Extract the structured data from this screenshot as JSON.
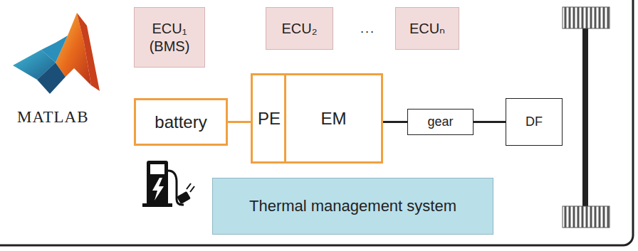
{
  "diagram": {
    "nodes": [
      {
        "text": [
          "ECU₁ (BMS)"
        ]
      },
      {
        "text": [
          "ECU₂"
        ]
      },
      {
        "text": [
          "ECUₙ"
        ]
      },
      {
        "text": [
          "battery"
        ]
      },
      {
        "text": [
          "PE"
        ]
      },
      {
        "text": [
          "EM"
        ]
      },
      {
        "text": [
          "gear"
        ]
      },
      {
        "text": [
          "DF"
        ]
      },
      {
        "text": [
          "Thermal management system"
        ]
      }
    ],
    "edges": [
      {
        "from": 3,
        "to": 4,
        "arrow": "none"
      },
      {
        "from": 5,
        "to": 6,
        "arrow": "none"
      },
      {
        "from": 6,
        "to": 7,
        "arrow": "none"
      }
    ],
    "labels": [
      "MATLAB",
      "..."
    ]
  }
}
